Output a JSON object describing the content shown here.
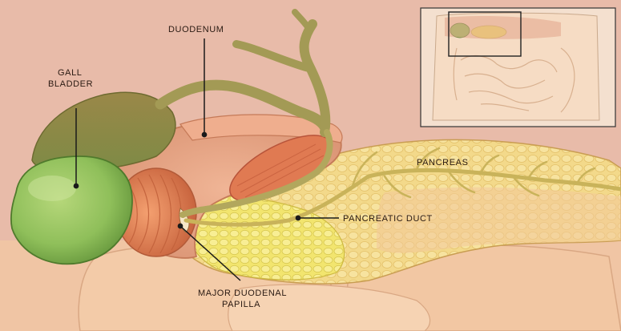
{
  "labels": {
    "duodenum": "DUODENUM",
    "gallbladder_line1": "GALL",
    "gallbladder_line2": "BLADDER",
    "pancreas": "PANCREAS",
    "pancreatic_duct": "PANCREATIC DUCT",
    "papilla_line1": "MAJOR DUODENAL",
    "papilla_line2": "PAPILLA"
  },
  "colors": {
    "background": "#e8bba9",
    "gallbladder": "#8fbf5a",
    "duodenum": "#e6a182",
    "pancreas": "#f2d07a",
    "bile_duct": "#a7a25a",
    "sphincter": "#e07a52"
  },
  "inset": {
    "description_icon": "abdomen-locator-thumbnail"
  }
}
